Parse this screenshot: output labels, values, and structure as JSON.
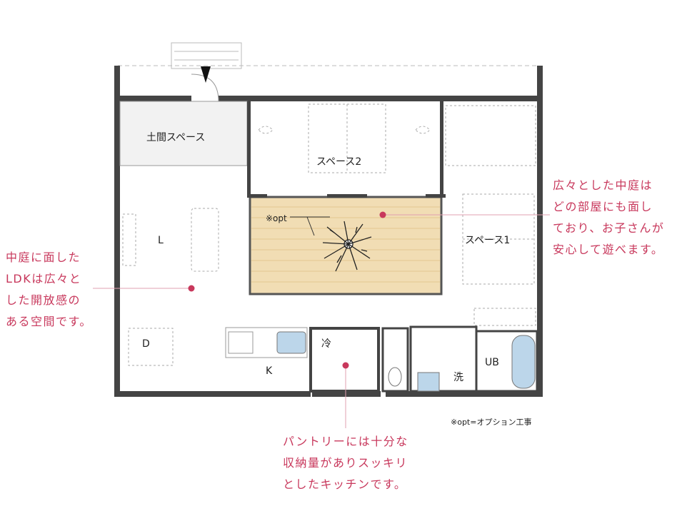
{
  "rooms": {
    "doma": "土間スペース",
    "space2": "スペース2",
    "space1": "スペース1",
    "living": "L",
    "dining": "D",
    "kitchen": "K",
    "fridge": "冷",
    "ub": "UB",
    "washroom": "洗"
  },
  "courtyard": {
    "label": "※opt"
  },
  "callouts": {
    "ldk": "中庭に面した\nLDKは広々と\nした開放感の\nある空間です。",
    "courtyard": "広々とした中庭は\nどの部屋にも面し\nており、お子さんが\n安心して遊べます。",
    "pantry": "パントリーには十分な\n収納量がありスッキリ\nとしたキッチンです。"
  },
  "notes": {
    "opt": "※opt=オプション工事"
  },
  "colors": {
    "accent": "#c8385c",
    "wall": "#444444",
    "floor_wood": "#f1ddb4",
    "doma": "#f2f2f2"
  }
}
